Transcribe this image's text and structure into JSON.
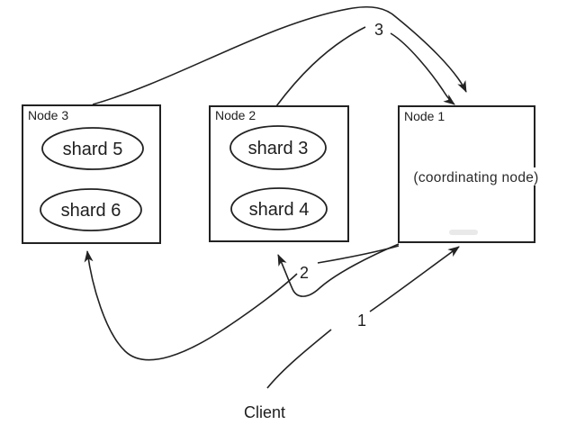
{
  "diagram": {
    "background": "#ffffff",
    "stroke_color": "#222222",
    "nodes": [
      {
        "label": "Node 3",
        "shards": [
          "shard 5",
          "shard 6"
        ]
      },
      {
        "label": "Node 2",
        "shards": [
          "shard 3",
          "shard 4"
        ]
      },
      {
        "label": "Node 1",
        "sublabel": "(coordinating node)"
      }
    ],
    "client_label": "Client",
    "step_labels": [
      "1",
      "2",
      "3"
    ],
    "arrows": [
      {
        "step": "1",
        "from": "Client",
        "to": "Node 1"
      },
      {
        "step": "2",
        "from": "Node 1",
        "to": "Node 2"
      },
      {
        "step": "2",
        "from": "Node 1",
        "to": "Node 3"
      },
      {
        "step": "3",
        "from": "Node 2",
        "to": "Node 1"
      },
      {
        "step": "3",
        "from": "Node 3",
        "to": "Node 1"
      }
    ]
  }
}
